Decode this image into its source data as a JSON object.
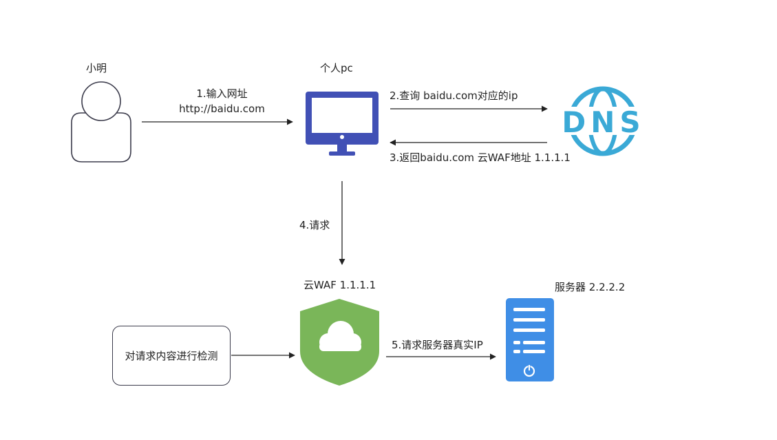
{
  "nodes": {
    "user": {
      "label": "小明"
    },
    "pc": {
      "label": "个人pc"
    },
    "waf": {
      "label": "云WAF 1.1.1.1"
    },
    "server": {
      "label": "服务器 2.2.2.2"
    },
    "inspect": {
      "label": "对请求内容进行检测"
    },
    "dns": {
      "label": "DNS"
    }
  },
  "edges": {
    "step1": {
      "line1": "1.输入网址",
      "line2": "http://baidu.com"
    },
    "step2": {
      "label": "2.查询 baidu.com对应的ip"
    },
    "step3": {
      "label": "3.返回baidu.com 云WAF地址 1.1.1.1"
    },
    "step4": {
      "label": "4.请求"
    },
    "step5": {
      "label": "5.请求服务器真实IP"
    }
  },
  "colors": {
    "pc": "#4150b5",
    "dns": "#3aa9d6",
    "waf": "#7ab659",
    "server": "#3f8ee6",
    "stroke": "#3a3a4a"
  }
}
